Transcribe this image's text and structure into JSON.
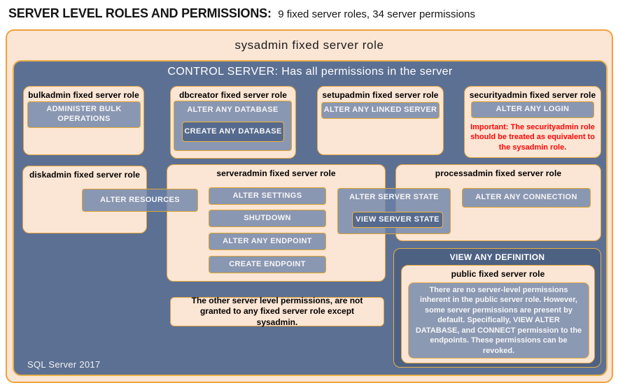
{
  "title": {
    "main": "SERVER LEVEL ROLES AND PERMISSIONS:",
    "sub": "9 fixed server roles, 34 server permissions"
  },
  "sysadmin_label": "sysadmin fixed server role",
  "control_label": "CONTROL SERVER: Has all permissions in the server",
  "footer": "SQL Server 2017",
  "colors": {
    "outer_fill": "#FBE5D4",
    "control_fill": "#5C7093",
    "permission_fill": "#8B99B3",
    "nested_permission_fill": "#566A8E",
    "view_any_definition_fill": "#4D6183",
    "gold_border": "#E2A33C",
    "warning_red": "#FE0505"
  },
  "bulkadmin": {
    "title": "bulkadmin fixed server role",
    "perm": "ADMINISTER BULK OPERATIONS"
  },
  "dbcreator": {
    "title": "dbcreator fixed server role",
    "perm_outer": "ALTER ANY DATABASE",
    "perm_nested": "CREATE ANY DATABASE"
  },
  "setupadmin": {
    "title": "setupadmin fixed server role",
    "perm": "ALTER ANY LINKED SERVER"
  },
  "securityadmin": {
    "title": "securityadmin fixed server role",
    "perm": "ALTER ANY LOGIN",
    "warning": "Important: The securityadmin role should be treated as equivalent to the sysadmin role."
  },
  "diskadmin": {
    "title": "diskadmin fixed server role",
    "perm": "ALTER RESOURCES"
  },
  "serveradmin": {
    "title": "serveradmin fixed server role",
    "perms": [
      "ALTER SETTINGS",
      "SHUTDOWN",
      "ALTER ANY ENDPOINT",
      "CREATE ENDPOINT"
    ],
    "perm_outer": "ALTER SERVER STATE",
    "perm_nested": "VIEW SERVER STATE"
  },
  "processadmin": {
    "title": "processadmin fixed server role",
    "perm": "ALTER ANY CONNECTION"
  },
  "view_any_definition": {
    "label": "VIEW ANY DEFINITION",
    "public_role": {
      "title": "public fixed server role",
      "description": "There are no server-level permissions inherent in the public server role. However, some server permissions are present by default. Specifically, VIEW ALTER DATABASE, and CONNECT permission to the endpoints. These permissions can be revoked."
    }
  },
  "note": "The other server level permissions, are not granted to any fixed server role except sysadmin."
}
